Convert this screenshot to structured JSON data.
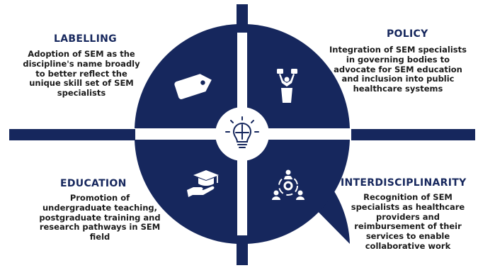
{
  "colors": {
    "navy": "#16275d",
    "background": "#ffffff",
    "text": "#1b1b1b"
  },
  "quadrants": {
    "labelling": {
      "title": "LABELLING",
      "description": "Adoption of SEM as the discipline's name broadly to better reflect the unique skill set of SEM specialists",
      "icon": "tag-icon"
    },
    "policy": {
      "title": "POLICY",
      "description": "Integration of SEM specialists in governing bodies to advocate for SEM education and inclusion into public healthcare systems",
      "icon": "speaker-podium-icon"
    },
    "education": {
      "title": "EDUCATION",
      "description": "Promotion of undergraduate teaching, postgraduate training and research pathways in SEM field",
      "icon": "graduation-cap-hand-icon"
    },
    "interdisciplinarity": {
      "title": "INTERDISCIPLINARITY",
      "description": "Recognition of SEM specialists as healthcare providers and reimbursement of their services to enable collaborative work",
      "icon": "team-gear-icon"
    }
  },
  "center": {
    "icon": "puzzle-lightbulb-icon"
  }
}
